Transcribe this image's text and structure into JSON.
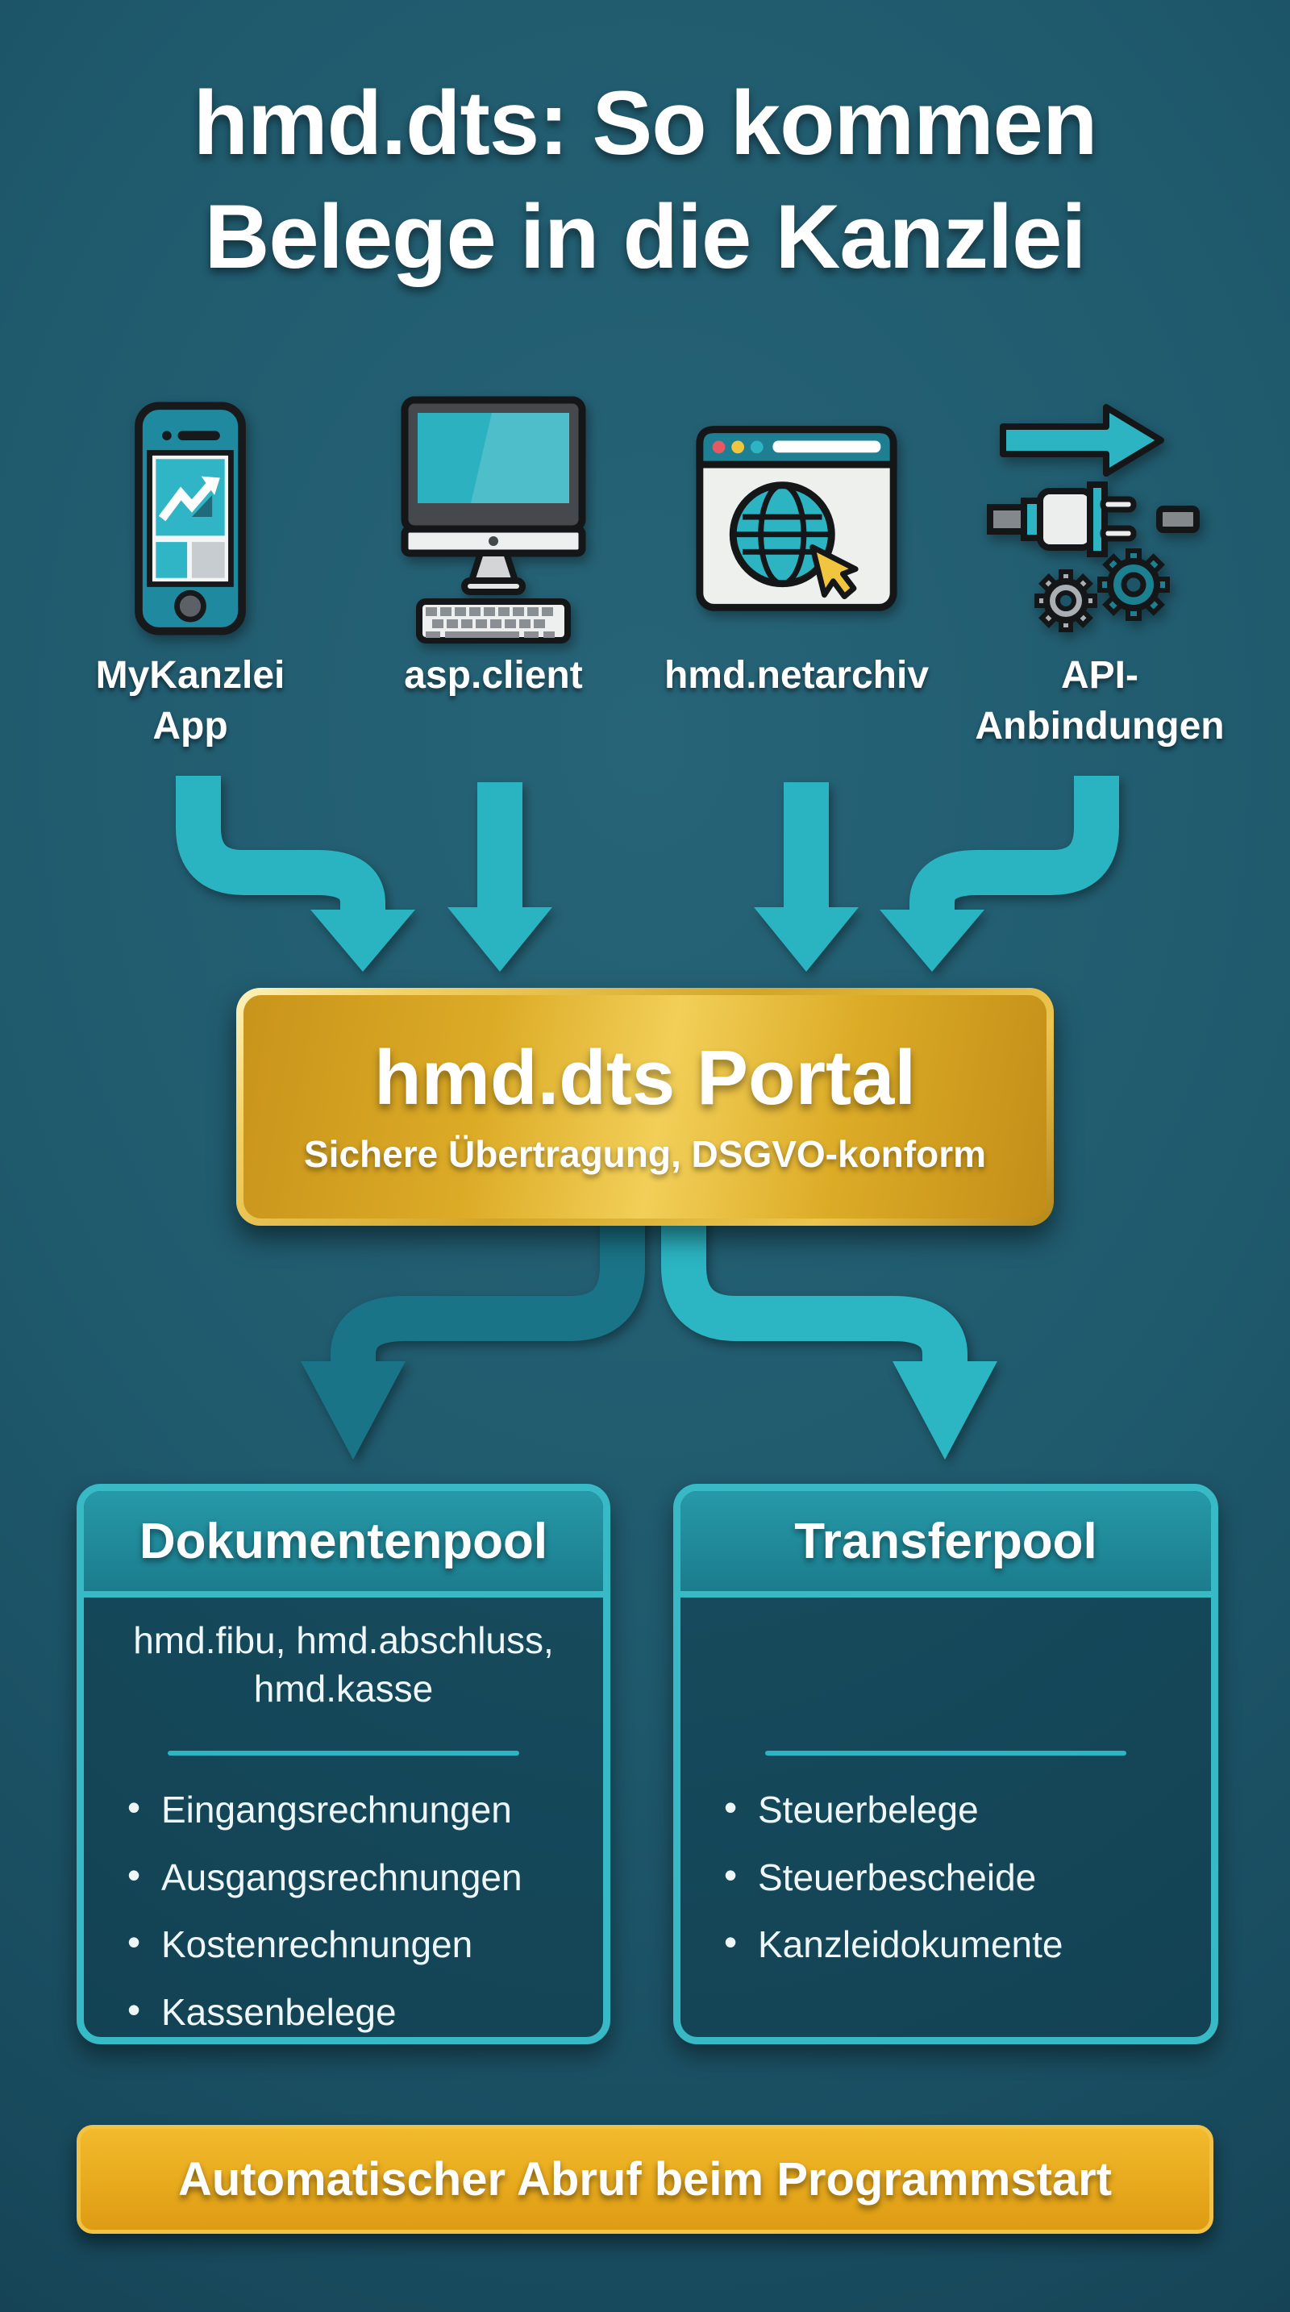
{
  "title": {
    "line1": "hmd.dts: So kommen",
    "line2": "Belege in die Kanzlei"
  },
  "sources": [
    {
      "icon": "smartphone-icon",
      "label_line1": "MyKanzlei",
      "label_line2": "App"
    },
    {
      "icon": "desktop-computer-icon",
      "label_line1": "asp.client"
    },
    {
      "icon": "browser-globe-icon",
      "label_line1": "hmd.netarchiv"
    },
    {
      "icon": "api-plug-icon",
      "label_line1": "API-",
      "label_line2": "Anbindungen"
    }
  ],
  "portal": {
    "title": "hmd.dts Portal",
    "subtitle": "Sichere Übertragung, DSGVO-konform"
  },
  "pools": [
    {
      "title": "Dokumentenpool",
      "programs_line1": "hmd.fibu, hmd.abschluss,",
      "programs_line2": "hmd.kasse",
      "items": [
        "Eingangsrechnungen",
        "Ausgangsrechnungen",
        "Kostenrechnungen",
        "Kassenbelege"
      ]
    },
    {
      "title": "Transferpool",
      "items": [
        "Steuerbelege",
        "Steuerbescheide",
        "Kanzleidokumente"
      ]
    }
  ],
  "footer": {
    "label": "Automatischer Abruf beim Programmstart"
  },
  "colors": {
    "background_teal": "#1e586b",
    "accent_teal": "#2ab3c1",
    "dark_arrow_teal": "#1a7487",
    "pool_border_teal": "#38b9c6",
    "pool_header_teal": "#1d8091",
    "gold": "#e2b02c",
    "gold_light": "#f2cf58",
    "cursor_yellow": "#f2c53f",
    "dot_red": "#e65863",
    "text_white": "#ffffff"
  }
}
